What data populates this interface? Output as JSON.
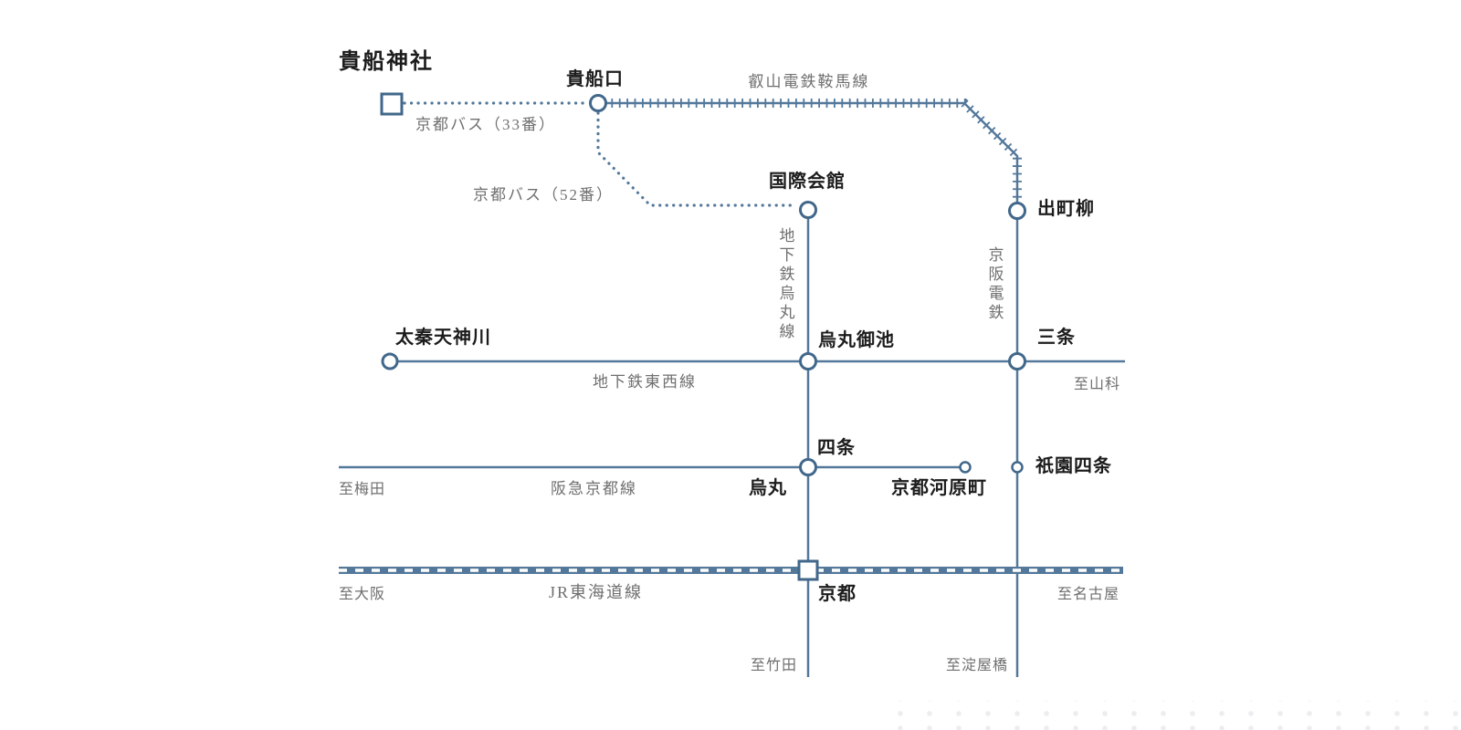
{
  "destination": {
    "label": "貴船神社"
  },
  "stations": {
    "kibuneguchi": "貴船口",
    "kokusaikaikan": "国際会館",
    "demachiyanagi": "出町柳",
    "uzumasa_tenjingawa": "太秦天神川",
    "karasuma_oike": "烏丸御池",
    "sanjo": "三条",
    "shijo": "四条",
    "karasuma": "烏丸",
    "kyoto_kawaramachi": "京都河原町",
    "gion_shijo": "祇園四条",
    "kyoto": "京都"
  },
  "lines": {
    "bus33": "京都バス（33番）",
    "bus52": "京都バス（52番）",
    "eizan_kurama": "叡山電鉄鞍馬線",
    "karasuma_subway": "地下鉄烏丸線",
    "keihan": "京阪電鉄",
    "tozai_subway": "地下鉄東西線",
    "hankyu_kyoto": "阪急京都線",
    "jr_tokaido": "JR東海道線"
  },
  "directions": {
    "yamashina": "至山科",
    "umeda": "至梅田",
    "osaka": "至大阪",
    "nagoya": "至名古屋",
    "takeda": "至竹田",
    "yodoyabashi": "至淀屋橋"
  },
  "colors": {
    "line": "#53789a",
    "marker_stroke": "#41678a",
    "text_dark": "#1c1c1c",
    "text_gray": "#6f6f6f",
    "background": "#ffffff"
  }
}
